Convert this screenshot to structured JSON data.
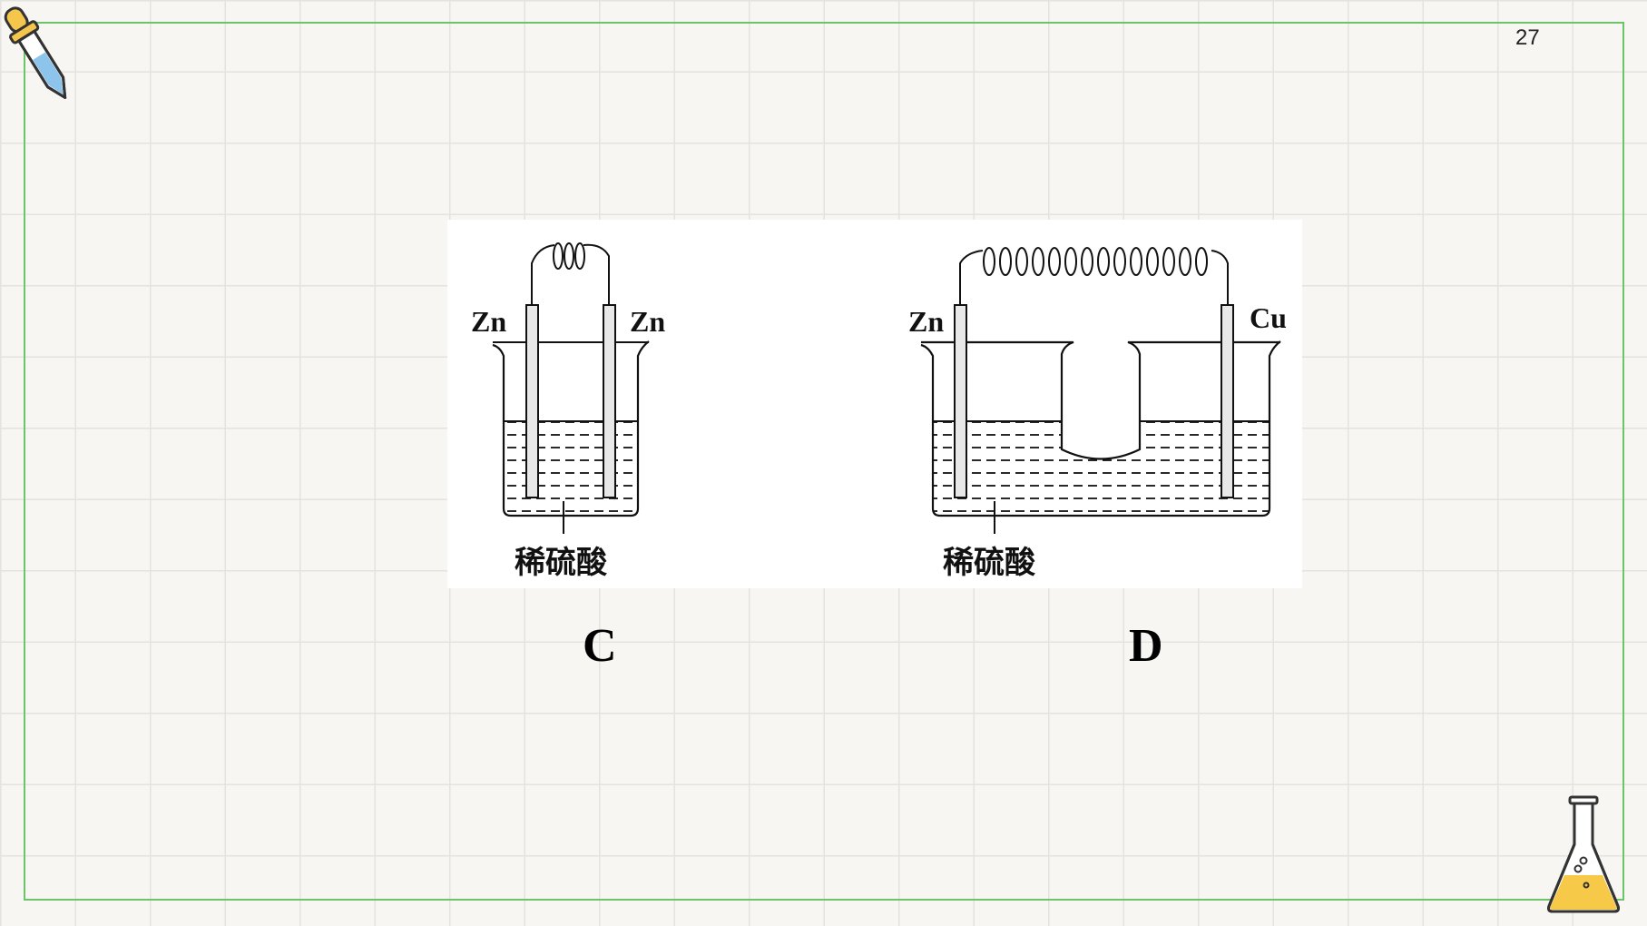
{
  "page": {
    "number": "27"
  },
  "icons": {
    "dropper": "dropper-icon",
    "flask": "erlenmeyer-flask-icon"
  },
  "diagram_c": {
    "left_electrode": "Zn",
    "right_electrode": "Zn",
    "solution": "稀硫酸",
    "caption": "C"
  },
  "diagram_d": {
    "left_electrode": "Zn",
    "right_electrode": "Cu",
    "solution": "稀硫酸",
    "caption": "D"
  },
  "colors": {
    "background": "#f7f6f3",
    "grid": "#e3e3df",
    "frame": "#6cc36a",
    "flask_liquid": "#f7c948",
    "dropper_bulb": "#f5c64c",
    "dropper_liquid": "#8cc4ec"
  }
}
